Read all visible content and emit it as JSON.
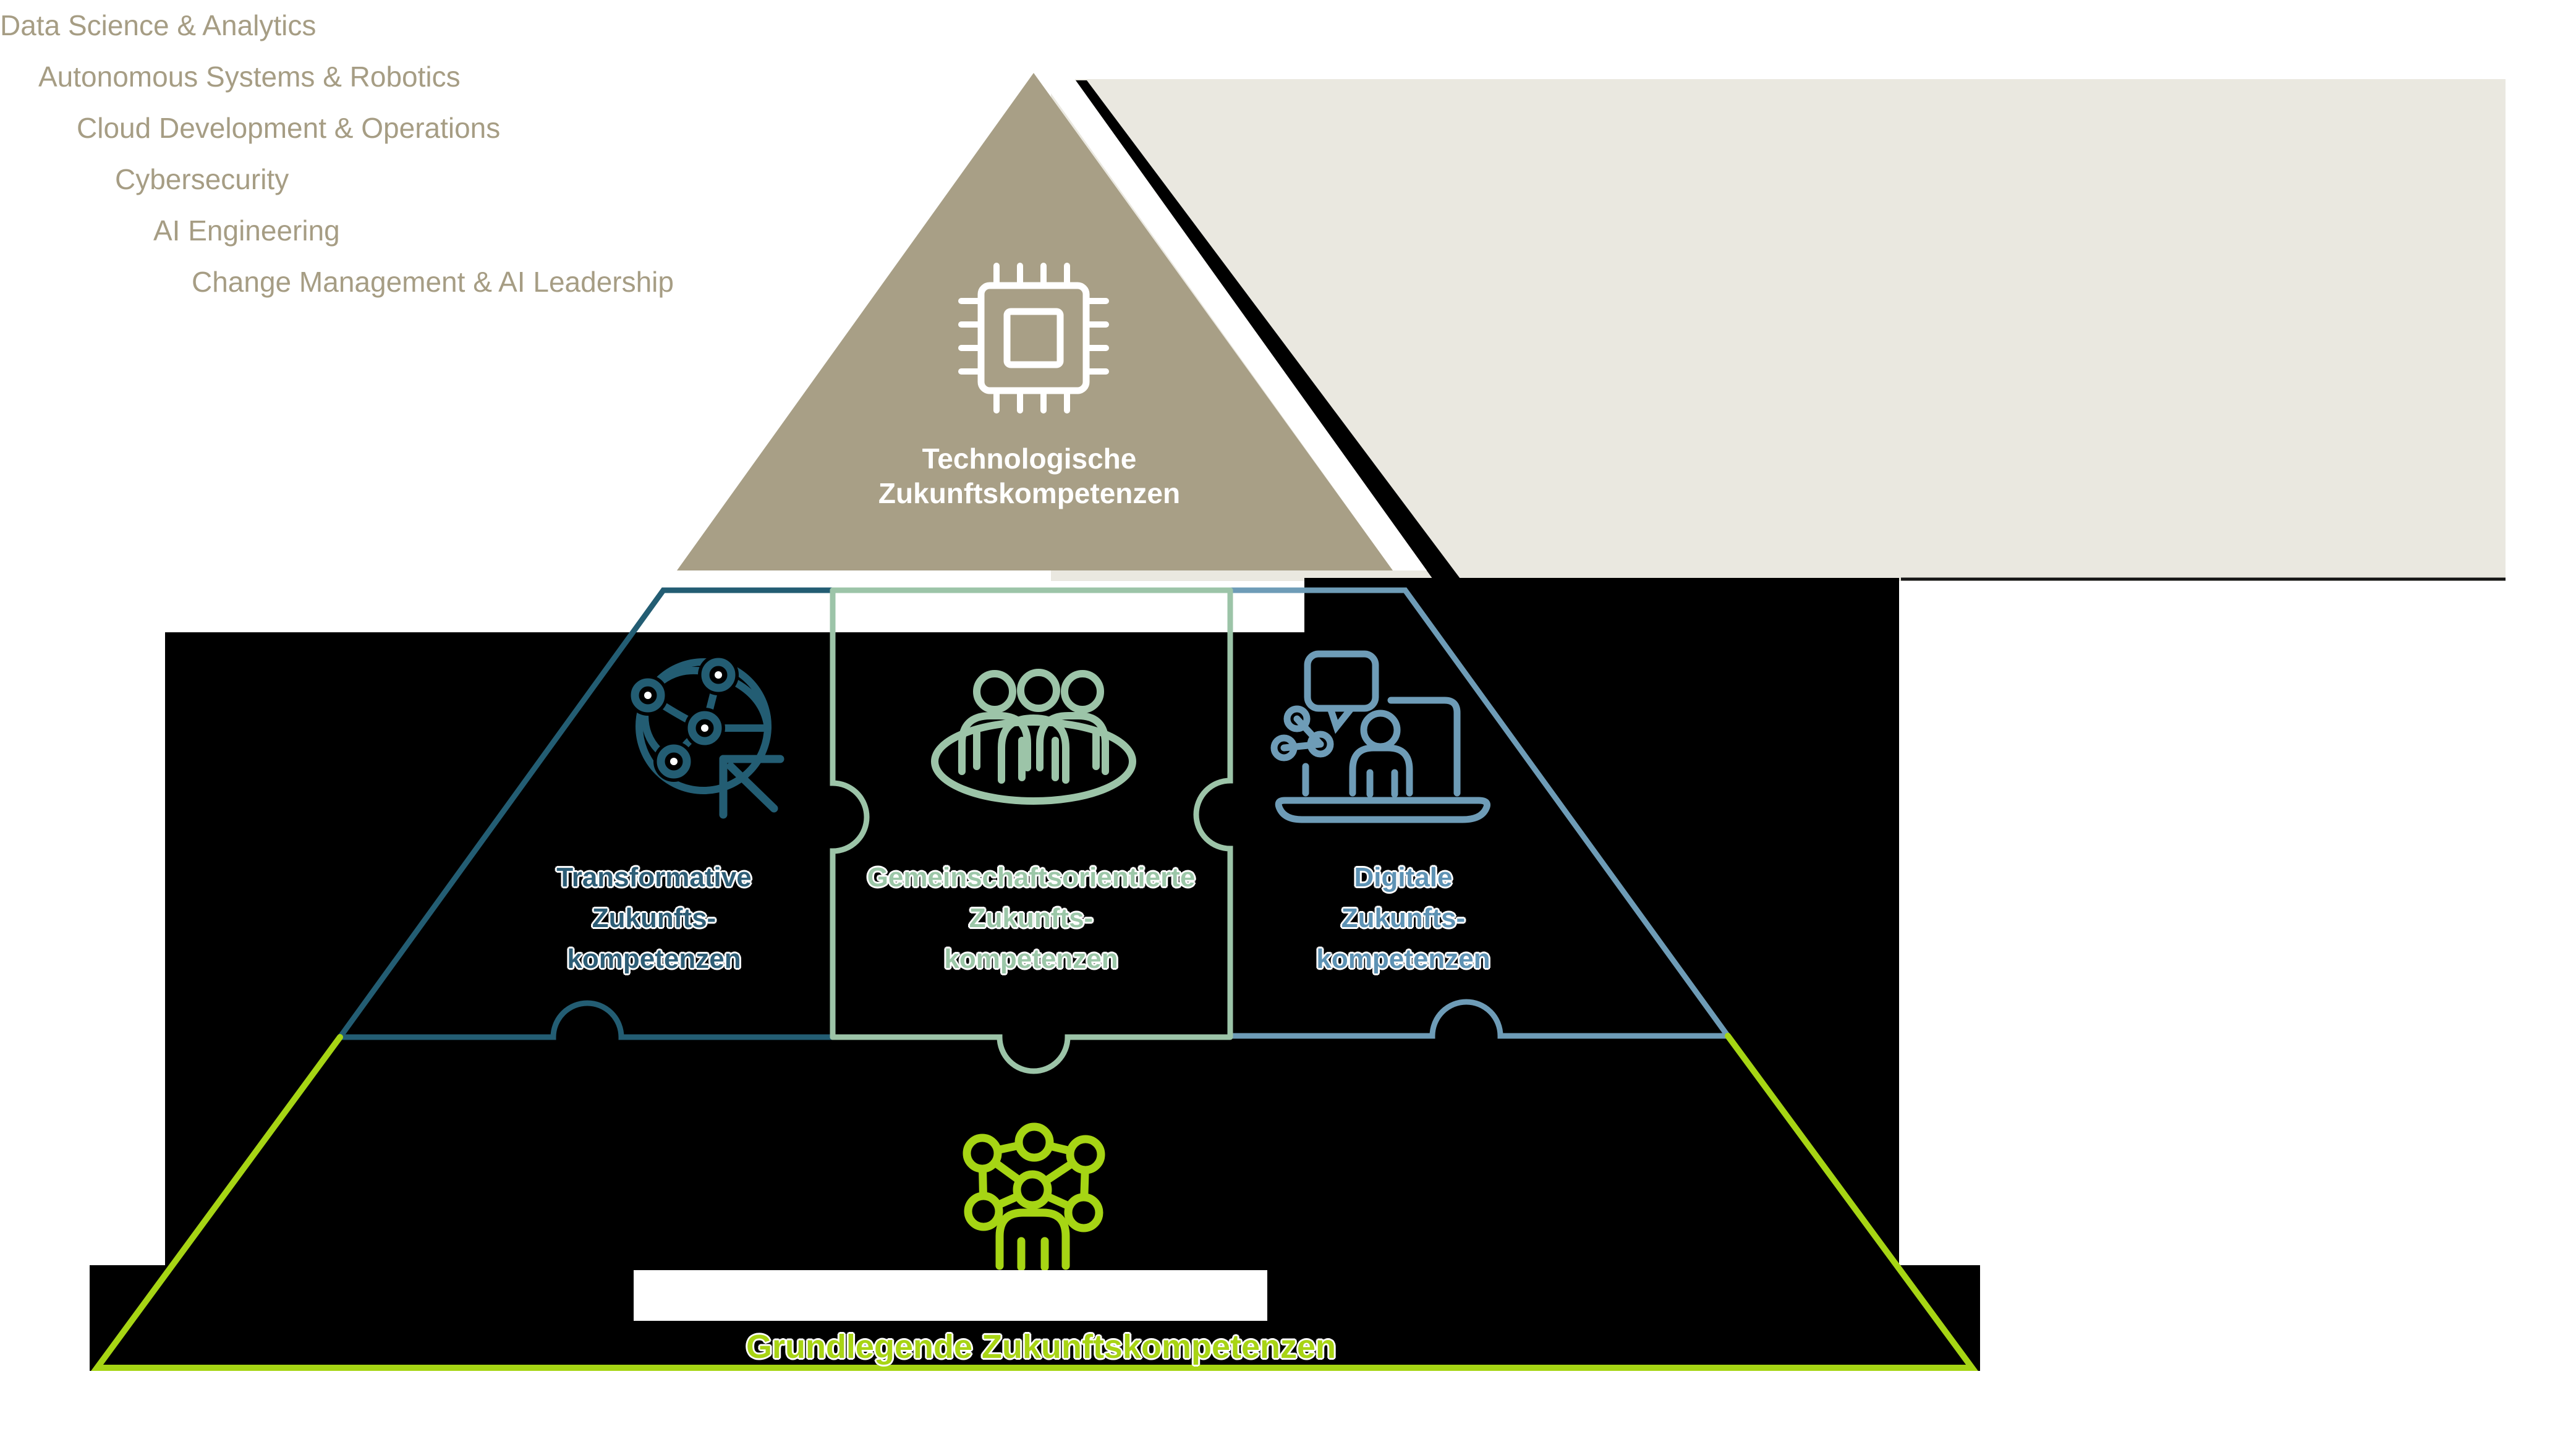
{
  "pyramid_top": {
    "label": "Technologische\nZukunftskompetenzen",
    "fill_color": "#a89f86",
    "icon": "chip-icon"
  },
  "tech_box": {
    "background_color": "#eae8e0",
    "text_color": "#a69d84",
    "items": [
      "Data Science & Analytics",
      "Autonomous Systems & Robotics",
      "Cloud Development & Operations",
      "Cybersecurity",
      "AI Engineering",
      "Change Management & AI Leadership"
    ]
  },
  "puzzle_tier": {
    "background_color": "#000000",
    "pieces": [
      {
        "label": "Transformative\nZukunfts-\nkompetenzen",
        "outline_color": "#235d73",
        "text_color": "#2d5d76",
        "icon": "network-globe-arrow-icon"
      },
      {
        "label": "Gemeinschaftsorientierte\nZukunfts-\nkompetenzen",
        "outline_color": "#9cc4a8",
        "text_color": "#9cc7a8",
        "icon": "community-people-icon"
      },
      {
        "label": "Digitale\nZukunfts-\nkompetenzen",
        "outline_color": "#6e9cb7",
        "text_color": "#5d92b4",
        "icon": "person-laptop-chat-icon"
      }
    ]
  },
  "foundation_tier": {
    "label": "Grundlegende Zukunftskompetenzen",
    "outline_color": "#a6d514",
    "text_color": "#a8d414",
    "icon": "molecule-person-icon"
  }
}
